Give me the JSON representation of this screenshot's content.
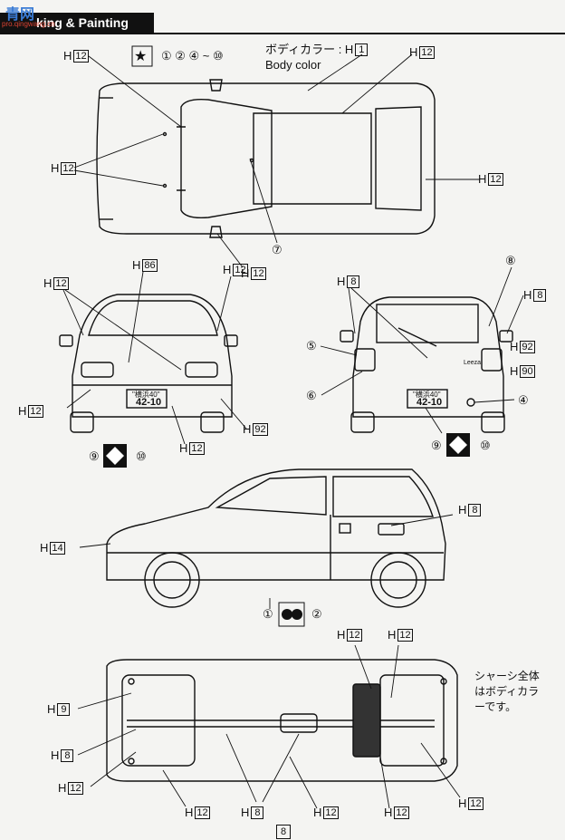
{
  "header": {
    "title": "king & Painting",
    "logo_top": "青网",
    "logo_sub": "pro.qingwang.cn"
  },
  "body_color": {
    "label_jp": "ボディカラー : H",
    "code": "1",
    "label_en": "Body color"
  },
  "legend": {
    "symbol": "★",
    "items": "① ② ④ ~ ⑩"
  },
  "top_view": {
    "labels": [
      {
        "h": "H",
        "code": "12",
        "pos": "tl"
      },
      {
        "h": "H",
        "code": "12",
        "pos": "tr"
      },
      {
        "h": "H",
        "code": "12",
        "pos": "ml"
      },
      {
        "h": "H",
        "code": "12",
        "pos": "mr"
      },
      {
        "h": "H",
        "code": "12",
        "pos": "b"
      }
    ],
    "callout": "⑦"
  },
  "front_view": {
    "labels": [
      {
        "h": "H",
        "code": "86"
      },
      {
        "h": "H",
        "code": "12",
        "pos": "tl"
      },
      {
        "h": "H",
        "code": "12",
        "pos": "tr"
      },
      {
        "h": "H",
        "code": "12",
        "pos": "bl"
      },
      {
        "h": "H",
        "code": "12",
        "pos": "b"
      },
      {
        "h": "H",
        "code": "92"
      }
    ],
    "plate_top": "\"横浜40\"",
    "plate_num": "42-10",
    "decals": [
      "⑨",
      "⑩"
    ]
  },
  "rear_view": {
    "labels": [
      {
        "h": "H",
        "code": "8",
        "pos": "l"
      },
      {
        "h": "H",
        "code": "8",
        "pos": "r"
      },
      {
        "h": "H",
        "code": "92"
      },
      {
        "h": "H",
        "code": "90"
      }
    ],
    "callouts": [
      "⑧",
      "⑤",
      "⑥",
      "④"
    ],
    "plate_top": "\"横浜40\"",
    "plate_num": "42-10",
    "decals": [
      "⑨",
      "⑩"
    ],
    "badge": "Leeza"
  },
  "side_view": {
    "labels": [
      {
        "h": "H",
        "code": "14"
      },
      {
        "h": "H",
        "code": "8"
      }
    ],
    "decals": [
      "①",
      "②"
    ]
  },
  "under_view": {
    "labels": [
      {
        "h": "H",
        "code": "12",
        "pos": "t1"
      },
      {
        "h": "H",
        "code": "12",
        "pos": "t2"
      },
      {
        "h": "H",
        "code": "9"
      },
      {
        "h": "H",
        "code": "8",
        "pos": "l"
      },
      {
        "h": "H",
        "code": "12",
        "pos": "l"
      },
      {
        "h": "H",
        "code": "12",
        "pos": "b1"
      },
      {
        "h": "H",
        "code": "8",
        "pos": "b"
      },
      {
        "h": "H",
        "code": "12",
        "pos": "b2"
      },
      {
        "h": "H",
        "code": "12",
        "pos": "b3"
      },
      {
        "h": "H",
        "code": "12",
        "pos": "r"
      }
    ],
    "note": [
      "シャーシ全体",
      "はボディカラ",
      "ーです。"
    ]
  },
  "page_number": "8"
}
